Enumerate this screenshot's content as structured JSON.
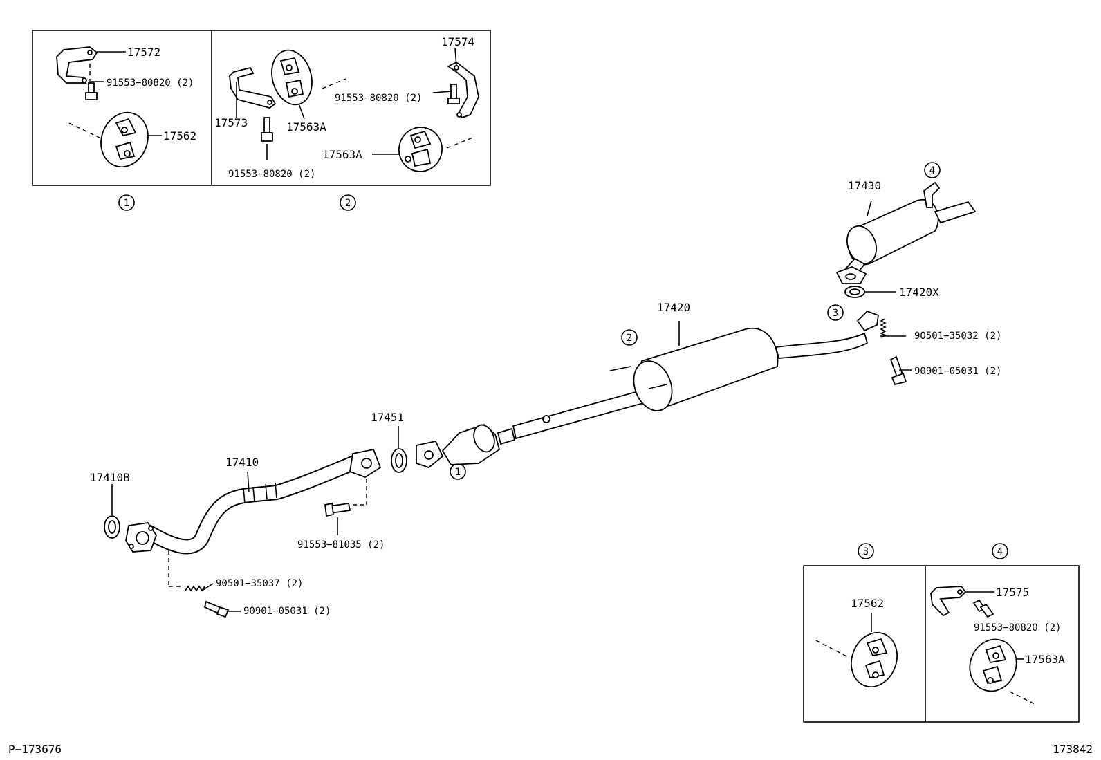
{
  "diagram": {
    "insets": {
      "ref_1": "1",
      "ref_2": "2",
      "ref_3": "3",
      "ref_4": "4"
    },
    "labels": {
      "p17572": "17572",
      "p91553_80820_a": "91553−80820 (2)",
      "p17562_a": "17562",
      "p17574": "17574",
      "p17573": "17573",
      "p17563A_a": "17563A",
      "p91553_80820_b": "91553−80820 (2)",
      "p91553_80820_c": "91553−80820 (2)",
      "p17563A_b": "17563A",
      "p17430": "17430",
      "p17420X": "17420X",
      "p17420": "17420",
      "p90501_35032": "90501−35032 (2)",
      "p90901_05031_a": "90901−05031 (2)",
      "p17451": "17451",
      "p17410": "17410",
      "p17410B": "17410B",
      "p91553_81035": "91553−81035 (2)",
      "p90501_35037": "90501−35037 (2)",
      "p90901_05031_b": "90901−05031 (2)",
      "p17562_b": "17562",
      "p17575": "17575",
      "p91553_80820_d": "91553−80820 (2)",
      "p17563A_c": "17563A"
    },
    "callouts": {
      "c1": "1",
      "c2": "2",
      "c3": "3",
      "c4": "4"
    },
    "footer": {
      "left": "P−173676",
      "right": "173842"
    }
  }
}
